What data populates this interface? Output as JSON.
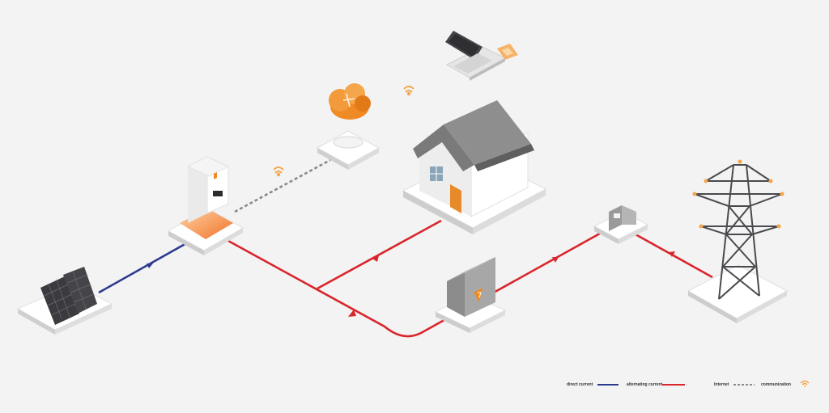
{
  "colors": {
    "direct_current": "#2b3a8f",
    "alternating_current": "#d9252b",
    "internet": "#8a8a8a",
    "accent_orange": "#f08a24",
    "background": "#f3f3f3"
  },
  "nodes": [
    {
      "id": "solar-panels",
      "icon": "solar-panel-icon"
    },
    {
      "id": "inverter",
      "icon": "inverter-icon"
    },
    {
      "id": "wifi-router",
      "icon": "router-icon"
    },
    {
      "id": "cloud",
      "icon": "cloud-icon"
    },
    {
      "id": "laptop",
      "icon": "laptop-icon"
    },
    {
      "id": "house",
      "icon": "house-icon"
    },
    {
      "id": "distribution-box",
      "icon": "distribution-box-icon"
    },
    {
      "id": "energy-meter",
      "icon": "meter-icon"
    },
    {
      "id": "power-pylon",
      "icon": "pylon-icon"
    }
  ],
  "connections": [
    {
      "from": "solar-panels",
      "to": "inverter",
      "type": "direct_current"
    },
    {
      "from": "inverter",
      "to": "house",
      "type": "alternating_current"
    },
    {
      "from": "inverter",
      "to": "distribution-box",
      "type": "alternating_current"
    },
    {
      "from": "distribution-box",
      "to": "energy-meter",
      "type": "alternating_current"
    },
    {
      "from": "energy-meter",
      "to": "power-pylon",
      "type": "alternating_current"
    },
    {
      "from": "inverter",
      "to": "wifi-router",
      "type": "internet"
    }
  ],
  "legend": {
    "direct_current": "direct current",
    "alternating_current": "alternating current",
    "internet": "Internet",
    "communication": "communication"
  }
}
